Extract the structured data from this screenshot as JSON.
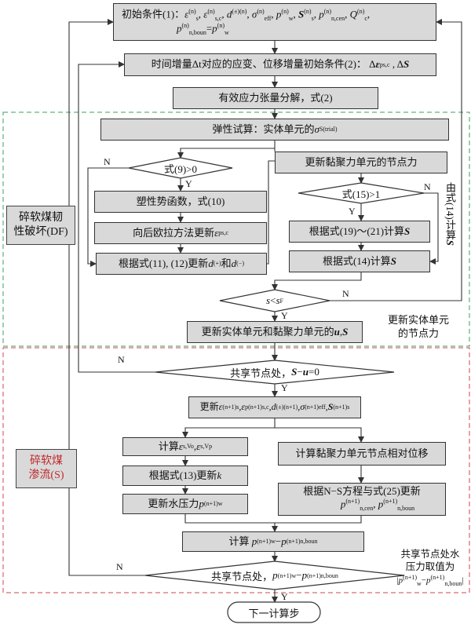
{
  "boxes": {
    "init1": "初始条件(1)：ε_s^(n), ε_s,c^(n), d^(±)(n), σ_eff^(n), p_w^(n), S_s^(n), p_n,cen^(n), Q_c^(n), p_n,boun^(n)=p_w^(n)",
    "init1_line1": "初始条件(1)：",
    "init1_line2": "=",
    "init2": "时间增量Δt对应的应变、位移增量初始条件(2)：",
    "stress_decomp": "有效应力张量分解，式(2)",
    "elastic_trial": "弹性试算：实体单元的",
    "plastic_potential": "塑性势函数，式(10)",
    "backward_euler": "向后欧拉方法更新",
    "update_d": "根据式(11), (12)更新",
    "update_d_and": "和",
    "update_cohesive_force": "更新黏聚力单元的节点力",
    "calc_19_21": "根据式(19)～(21)计算",
    "calc_14": "根据式(14)计算",
    "update_u_s": "更新实体单元和黏聚力单元的",
    "update_n1": "更新",
    "calc_eps": "计算",
    "update_k": "根据式(13)更新",
    "update_pw": "更新水压力",
    "calc_rel_disp": "计算黏聚力单元节点相对位移",
    "ns_update": "根据N−S方程与式(25)更新",
    "calc_diff": "计算",
    "next_step": "下一计算步"
  },
  "diamonds": {
    "eq9": "式(9)>0",
    "eq15": "式(15)>1",
    "s_lt_sf": "s<s_F",
    "shared_su": "共享节点处，S−u=0",
    "shared_su_a": "共享节点处，",
    "shared_p": "共享节点处，"
  },
  "labels": {
    "Y": "Y",
    "N": "N"
  },
  "side_labels": {
    "vertical_calc14": "由式(14)计算",
    "update_solid_force_1": "更新实体单元",
    "update_solid_force_2": "的节点力",
    "shared_water_1": "共享节点处水",
    "shared_water_2": "压力取值为"
  },
  "sections": {
    "df_1": "碎软煤韧",
    "df_2": "性破坏(DF)",
    "s_1": "碎软煤",
    "s_2": "渗流(S)"
  },
  "colors": {
    "df_border": "#3aa05a",
    "s_border": "#d0454c",
    "section_bg": "#d9d9d9",
    "s_text": "#c0282c"
  }
}
